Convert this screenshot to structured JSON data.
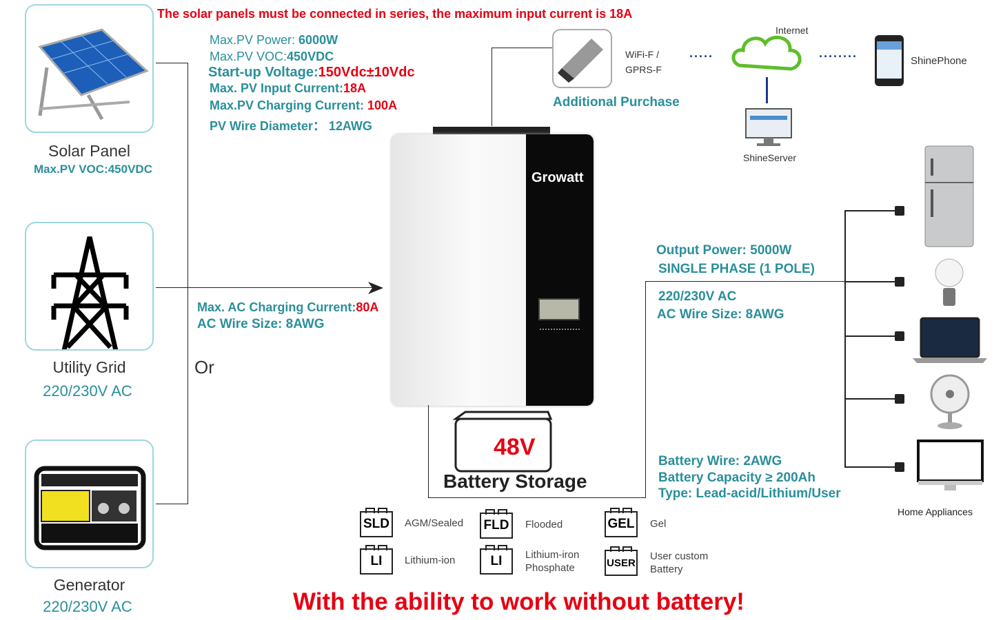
{
  "header": {
    "note": "The solar panels must be connected in series, the maximum input current is 18A"
  },
  "sources": [
    {
      "label": "Solar Panel",
      "sub": "Max.PV VOC:450VDC",
      "icon": "solar-panel-icon"
    },
    {
      "label": "Utility Grid",
      "sub": "220/230V AC",
      "icon": "power-pylon-icon"
    },
    {
      "label": "Generator",
      "sub": "220/230V AC",
      "icon": "generator-icon"
    }
  ],
  "or_label": "Or",
  "pv_specs": [
    {
      "k": "Max.PV Power: ",
      "v": "6000W"
    },
    {
      "k": "Max.PV VOC:",
      "v": "450VDC"
    },
    {
      "k": "Start-up Voltage:",
      "v": "150Vdc±10Vdc"
    },
    {
      "k": "Max. PV Input Current:",
      "v": "18A"
    },
    {
      "k": "Max.PV Charging Current: ",
      "v": "100A"
    },
    {
      "k": "PV Wire Diameter： ",
      "v": "12AWG"
    }
  ],
  "ac_specs": {
    "charging_k": "Max. AC Charging Current:",
    "charging_v": "80A",
    "wire": "AC Wire Size: 8AWG"
  },
  "wifi": {
    "label": "WiFi-F /\nGPRS-F",
    "label1": "WiFi-F /",
    "label2": "GPRS-F",
    "purchase": "Additional Purchase",
    "internet": "Internet",
    "server": "ShineServer",
    "phone": "ShinePhone"
  },
  "inverter": {
    "brand": "Growatt"
  },
  "output": {
    "power": "Output Power: 5000W",
    "phase": "SINGLE PHASE (1 POLE)",
    "voltage": "220/230V AC",
    "wire": "AC Wire Size: 8AWG"
  },
  "battery": {
    "voltage": "48V",
    "label": "Battery Storage",
    "wire": "Battery Wire:  2AWG",
    "capacity": "Battery Capacity ≥ 200Ah",
    "type": "Type: Lead-acid/Lithium/User"
  },
  "battery_types": [
    {
      "code": "SLD",
      "l1": "AGM/Sealed",
      "l2": ""
    },
    {
      "code": "FLD",
      "l1": "Flooded",
      "l2": ""
    },
    {
      "code": "GEL",
      "l1": "Gel",
      "l2": ""
    },
    {
      "code": "LI",
      "l1": "Lithium-ion",
      "l2": ""
    },
    {
      "code": "LI",
      "l1": "Lithium-iron",
      "l2": "Phosphate"
    },
    {
      "code": "USER",
      "l1": "User custom",
      "l2": "Battery"
    }
  ],
  "appliances": {
    "label": "Home Appliances",
    "items": [
      "refrigerator-icon",
      "light-bulb-icon",
      "laptop-icon",
      "fan-icon",
      "monitor-icon"
    ]
  },
  "footer": "With the ability to work without battery!",
  "colors": {
    "teal": "#2a8f9a",
    "red": "#e60012"
  }
}
